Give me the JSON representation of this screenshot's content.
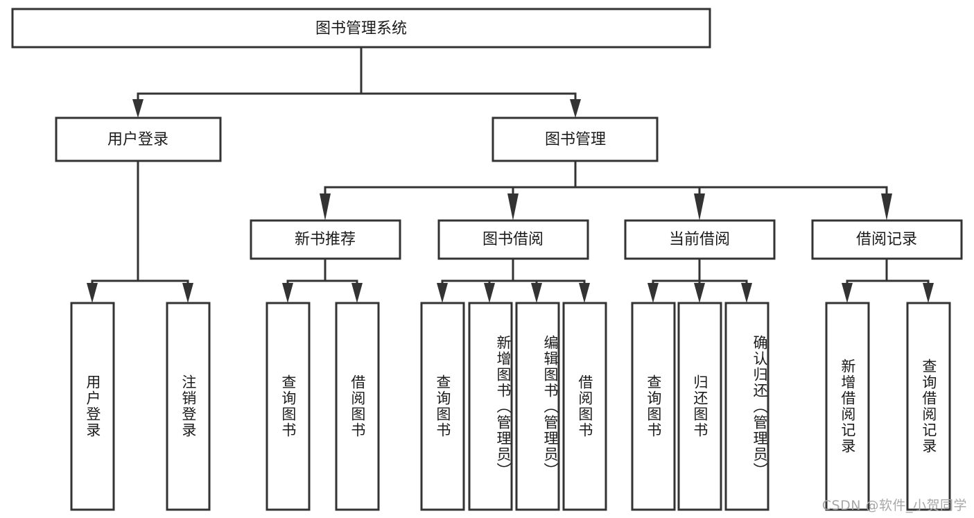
{
  "diagram": {
    "title": "图书管理系统",
    "watermark": "CSDN @软件_小贺同学",
    "colors": {
      "box_stroke": "#333333",
      "box_fill": "#ffffff",
      "text": "#1b1b1b",
      "background": "#ffffff",
      "watermark": "#a8a8a8"
    },
    "levels": {
      "root": "图书管理系统",
      "level2": [
        "用户登录",
        "图书管理"
      ],
      "level3": [
        "新书推荐",
        "图书借阅",
        "当前借阅",
        "借阅记录"
      ]
    },
    "nodes": {
      "root": {
        "label": "图书管理系统",
        "orientation": "horizontal"
      },
      "user_login": {
        "label": "用户登录",
        "orientation": "horizontal"
      },
      "book_manage": {
        "label": "图书管理",
        "orientation": "horizontal"
      },
      "new_book_rec": {
        "label": "新书推荐",
        "orientation": "horizontal"
      },
      "book_borrow": {
        "label": "图书借阅",
        "orientation": "horizontal"
      },
      "current_borrow": {
        "label": "当前借阅",
        "orientation": "horizontal"
      },
      "borrow_record": {
        "label": "借阅记录",
        "orientation": "horizontal"
      },
      "leaf_1": {
        "label": "用户登录",
        "orientation": "vertical",
        "parent": "用户登录"
      },
      "leaf_2": {
        "label": "注销登录",
        "orientation": "vertical",
        "parent": "用户登录"
      },
      "leaf_3": {
        "label": "查询图书",
        "orientation": "vertical",
        "parent": "新书推荐"
      },
      "leaf_4": {
        "label": "借阅图书",
        "orientation": "vertical",
        "parent": "新书推荐"
      },
      "leaf_5": {
        "label": "查询图书",
        "orientation": "vertical",
        "parent": "图书借阅"
      },
      "leaf_6": {
        "label": "新增图书（管理员）",
        "orientation": "vertical",
        "parent": "图书借阅"
      },
      "leaf_7": {
        "label": "编辑图书（管理员）",
        "orientation": "vertical",
        "parent": "图书借阅"
      },
      "leaf_8": {
        "label": "借阅图书",
        "orientation": "vertical",
        "parent": "图书借阅"
      },
      "leaf_9": {
        "label": "查询图书",
        "orientation": "vertical",
        "parent": "当前借阅"
      },
      "leaf_10": {
        "label": "归还图书",
        "orientation": "vertical",
        "parent": "当前借阅"
      },
      "leaf_11": {
        "label": "确认归还（管理员）",
        "orientation": "vertical",
        "parent": "当前借阅"
      },
      "leaf_12": {
        "label": "新增借阅记录",
        "orientation": "vertical",
        "parent": "借阅记录"
      },
      "leaf_13": {
        "label": "查询借阅记录",
        "orientation": "vertical",
        "parent": "借阅记录"
      }
    }
  }
}
